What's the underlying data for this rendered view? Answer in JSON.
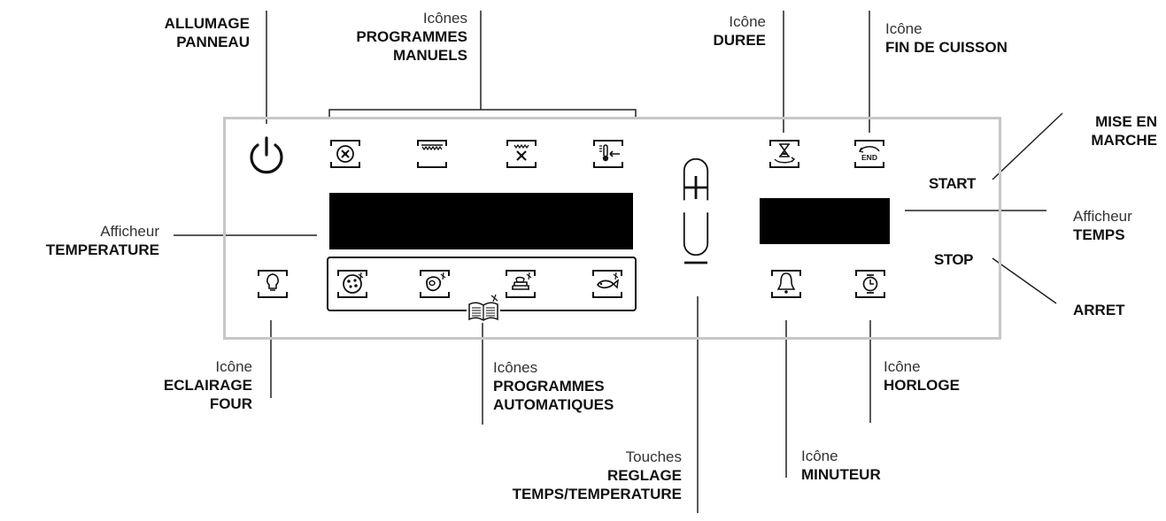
{
  "labels": {
    "allumage": {
      "line1": "ALLUMAGE",
      "line2": "PANNEAU"
    },
    "prog_manuels": {
      "pre": "Icônes",
      "line1": "PROGRAMMES",
      "line2": "MANUELS"
    },
    "duree": {
      "pre": "Icône",
      "line1": "DUREE"
    },
    "fin_cuisson": {
      "pre": "Icône",
      "line1": "FIN DE CUISSON"
    },
    "mise_en_marche": {
      "line1": "MISE EN",
      "line2": "MARCHE"
    },
    "afficheur_temperature": {
      "pre": "Afficheur",
      "line1": "TEMPERATURE"
    },
    "afficheur_temps": {
      "pre": "Afficheur",
      "line1": "TEMPS"
    },
    "arret": {
      "line1": "ARRET"
    },
    "eclairage": {
      "pre": "Icône",
      "line1": "ECLAIRAGE",
      "line2": "FOUR"
    },
    "prog_auto": {
      "pre": "Icônes",
      "line1": "PROGRAMMES",
      "line2": "AUTOMATIQUES"
    },
    "touches": {
      "pre": "Touches",
      "line1": "REGLAGE",
      "line2": "TEMPS/TEMPERATURE"
    },
    "minuteur": {
      "pre": "Icône",
      "line1": "MINUTEUR"
    },
    "horloge": {
      "pre": "Icône",
      "line1": "HORLOGE"
    }
  },
  "panel": {
    "start_label": "START",
    "stop_label": "STOP",
    "end_icon_text": "END",
    "icons": {
      "power": "power-icon",
      "fan_ring": "fan-ring-icon",
      "top_heat": "top-heat-icon",
      "grill_fan": "grill-fan-icon",
      "probe": "thermometer-probe-icon",
      "lamp": "light-bulb-icon",
      "pizza": "pizza-icon",
      "meat": "meat-icon",
      "cake": "cake-icon",
      "fish": "fish-icon",
      "book": "recipe-book-icon",
      "plus": "plus-icon",
      "minus": "minus-icon",
      "hourglass": "hourglass-icon",
      "end": "end-icon",
      "bell": "bell-icon",
      "clock": "clock-icon"
    }
  },
  "colors": {
    "panel_border": "#c7c7c7",
    "display": "#000000"
  }
}
